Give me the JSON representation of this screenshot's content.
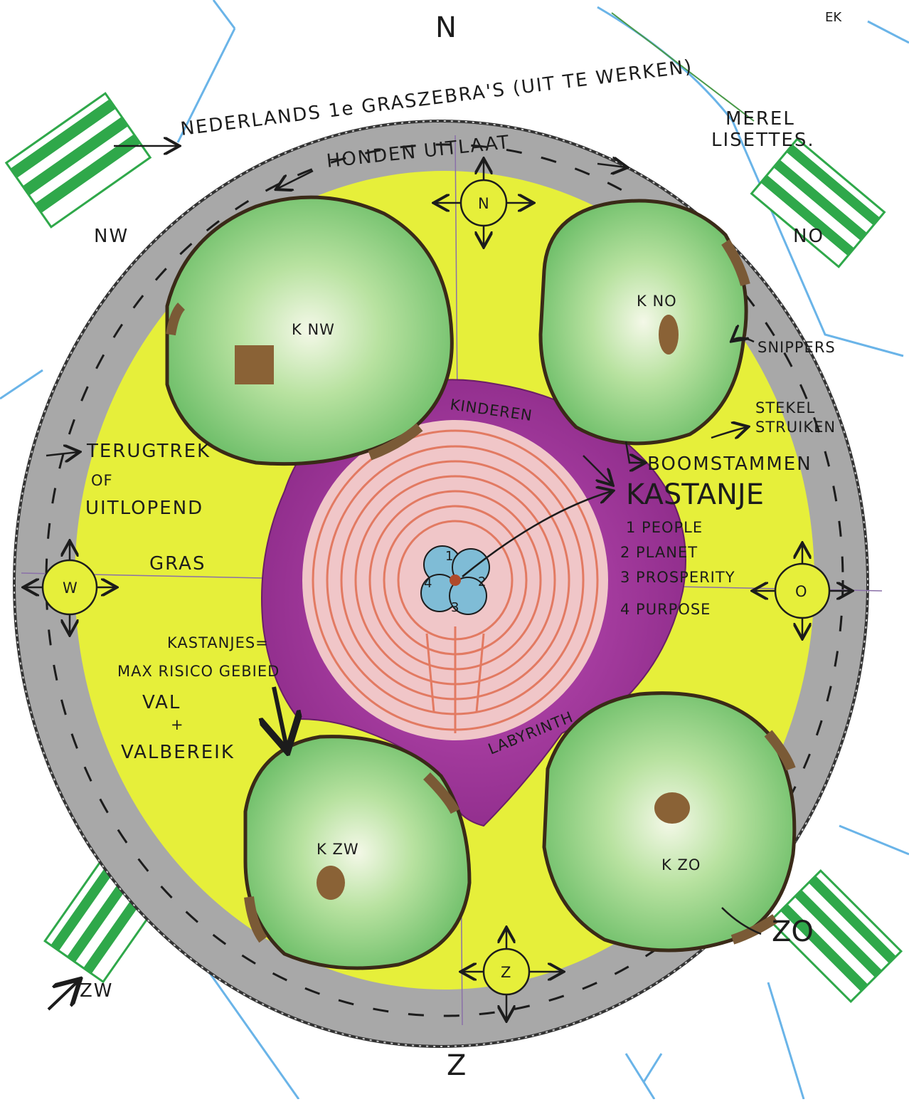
{
  "compass": {
    "north": "N",
    "south": "Z",
    "corner_mark": "EK"
  },
  "title": {
    "line1": "NEDERLANDS 1e GRASZEBRA'S (UIT TE WERKEN)",
    "authors_line1": "MEREL",
    "authors_line2": "LISETTES."
  },
  "paths": {
    "outer_ring": "HONDEN UITLAAT"
  },
  "crossings": {
    "nw": "NW",
    "no": "NO",
    "zw": "ZW",
    "zo": "ZO"
  },
  "gates": {
    "north": "N",
    "west": "W",
    "east": "O",
    "south": "Z"
  },
  "trees": {
    "nw": "K NW",
    "no": "K NO",
    "zw": "K ZW",
    "zo": "K ZO"
  },
  "labels": {
    "snippers": "SNIPPERS",
    "stekel1": "STEKEL",
    "stekel2": "STRUIKEN",
    "boomstammen": "BOOMSTAMMEN",
    "kinderen": "KINDEREN",
    "kastanje": "KASTANJE",
    "list1": "1 PEOPLE",
    "list2": "2 PLANET",
    "list3": "3 PROSPERITY",
    "list4": "4 PURPOSE",
    "terug1": "TERUGTREK",
    "terug2": "OF",
    "terug3": "UITLOPEND",
    "gras": "GRAS",
    "risk1": "KASTANJES=",
    "risk2": "MAX RISICO GEBIED",
    "risk3": "VAL",
    "risk4": "+",
    "risk5": "VALBEREIK",
    "labyrinth": "LABYRINTH"
  },
  "clover_numbers": [
    "1",
    "2",
    "3",
    "4"
  ],
  "colors": {
    "ring": "#a8a8a8",
    "grass": "#e6ef3a",
    "tree_canopy": "#a6d98e",
    "mulch": "#7a5a36",
    "kinderen_zone": "#a0339a",
    "labyrinth": "#e99a88",
    "clover": "#7fbcd6",
    "zebra": "#2fa84a",
    "road_line": "#5aa8e0"
  }
}
